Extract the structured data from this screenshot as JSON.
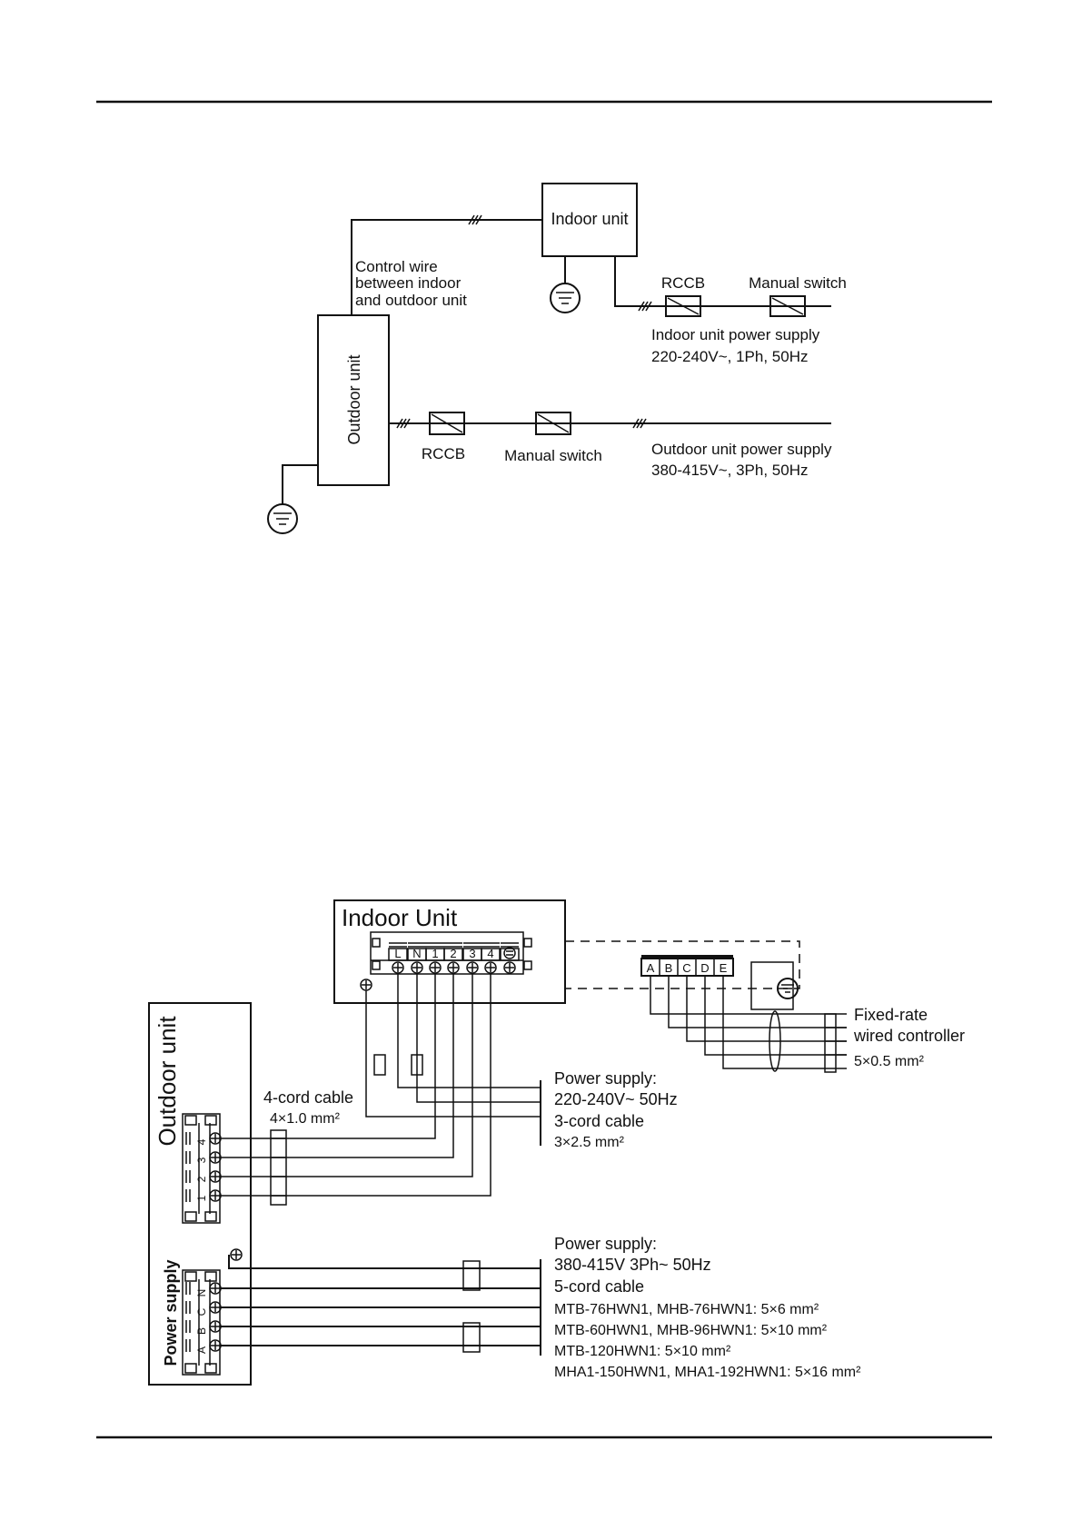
{
  "diagram1": {
    "indoor_unit": "Indoor unit",
    "outdoor_unit": "Outdoor unit",
    "control_wire": [
      "Control wire",
      "between indoor",
      "and outdoor unit"
    ],
    "rccb_indoor": "RCCB",
    "manual_switch_indoor": "Manual switch",
    "indoor_power": [
      "Indoor unit power supply",
      "220-240V~, 1Ph, 50Hz"
    ],
    "rccb_outdoor": "RCCB",
    "manual_switch_outdoor": "Manual switch",
    "outdoor_power": [
      "Outdoor unit power supply",
      "380-415V~, 3Ph, 50Hz"
    ]
  },
  "diagram2": {
    "indoor_unit": "Indoor Unit",
    "outdoor_unit": "Outdoor unit",
    "power_supply_block": "Power supply",
    "indoor_terminals": [
      "L",
      "N",
      "1",
      "2",
      "3",
      "4"
    ],
    "controller_terminals": [
      "A",
      "B",
      "C",
      "D",
      "E"
    ],
    "outdoor_terminals": [
      "4",
      "3",
      "2",
      "1"
    ],
    "power_terminals": [
      "N",
      "C",
      "B",
      "A"
    ],
    "controller_label": [
      "Fixed-rate",
      "wired controller",
      "5×0.5 mm²"
    ],
    "four_cord": [
      "4-cord cable",
      "4×1.0 mm²"
    ],
    "indoor_supply": [
      "Power supply:",
      "220-240V~  50Hz",
      "3-cord cable",
      "3×2.5 mm²"
    ],
    "outdoor_supply": [
      "Power supply:",
      "380-415V 3Ph~ 50Hz",
      "5-cord cable",
      "MTB-76HWN1, MHB-76HWN1: 5×6 mm²",
      "MTB-60HWN1, MHB-96HWN1: 5×10 mm²",
      "MTB-120HWN1: 5×10 mm²",
      "MHA1-150HWN1, MHA1-192HWN1: 5×16 mm²"
    ]
  }
}
